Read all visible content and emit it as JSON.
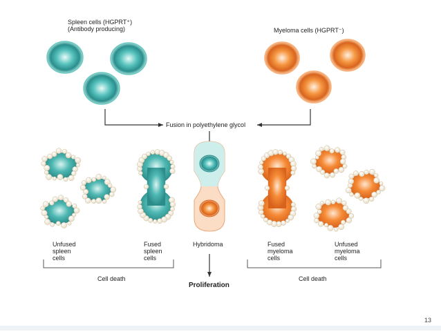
{
  "labels": {
    "spleen_title": "Spleen cells (HGPRT⁺)",
    "spleen_subtitle": "(Antibody producing)",
    "myeloma_title": "Myeloma cells (HGPRT⁻)",
    "fusion": "Fusion in polyethylene glycol",
    "unfused_spleen": "Unfused\nspleen\ncells",
    "fused_spleen": "Fused\nspleen\ncells",
    "hybridoma": "Hybridoma",
    "fused_myeloma": "Fused\nmyeloma\ncells",
    "unfused_myeloma": "Unfused\nmyeloma\ncells",
    "cell_death_left": "Cell death",
    "cell_death_right": "Cell death",
    "proliferation": "Proliferation"
  },
  "page_number": "13",
  "colors": {
    "spleen_fill": "#3aa7a4",
    "spleen_dark": "#1f7f80",
    "spleen_light": "#bfe6e3",
    "myeloma_fill": "#f07c2c",
    "myeloma_dark": "#c95616",
    "myeloma_light": "#fbd2ae",
    "arrow": "#333333",
    "bubble": "#f6ecd8"
  }
}
